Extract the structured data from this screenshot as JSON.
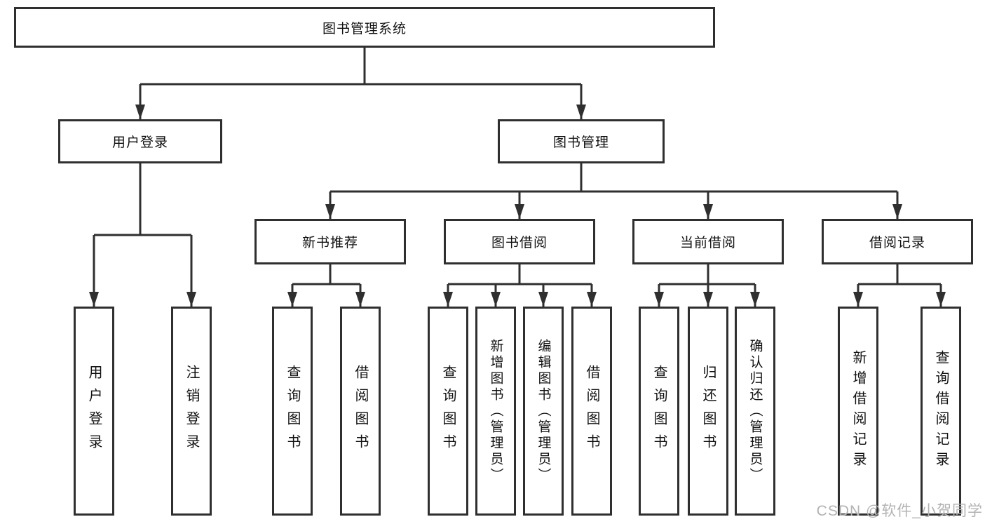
{
  "tree": {
    "root": "图书管理系统",
    "branches": [
      {
        "label": "用户登录",
        "children": [
          "用户登录",
          "注销登录"
        ]
      },
      {
        "label": "图书管理",
        "groups": [
          {
            "label": "新书推荐",
            "children": [
              "查询图书",
              "借阅图书"
            ]
          },
          {
            "label": "图书借阅",
            "children": [
              "查询图书",
              "新增图书（管理员）",
              "编辑图书（管理员）",
              "借阅图书"
            ]
          },
          {
            "label": "当前借阅",
            "children": [
              "查询图书",
              "归还图书",
              "确认归还（管理员）"
            ]
          },
          {
            "label": "借阅记录",
            "children": [
              "新增借阅记录",
              "查询借阅记录"
            ]
          }
        ]
      }
    ]
  },
  "watermark": "CSDN @软件_小贺同学",
  "colors": {
    "line": "#2f2f2f",
    "box_border": "#2f2f2f",
    "text": "#111111",
    "watermark": "#b3b3b3",
    "background": "#ffffff"
  }
}
